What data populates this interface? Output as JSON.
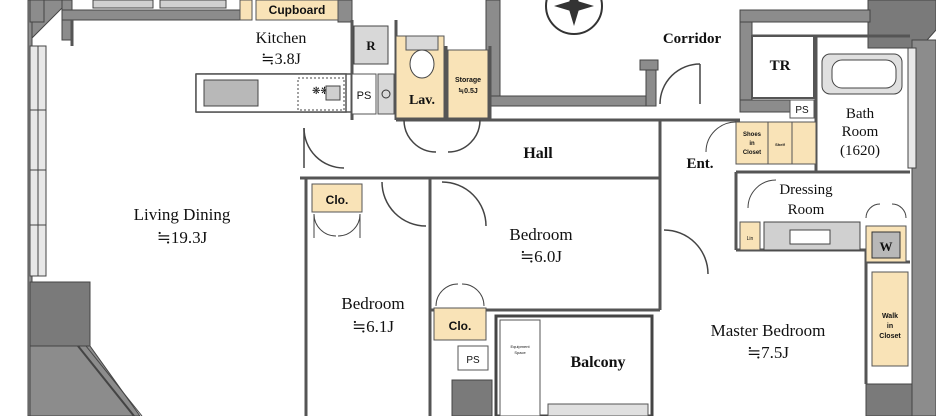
{
  "rooms": {
    "kitchen": {
      "name": "Kitchen",
      "area": "≒3.8J"
    },
    "cupboard": "Cupboard",
    "refrigerator": "R",
    "pipe_space_kitchen": "PS",
    "lavatory": "Lav.",
    "storage": {
      "name": "Storage",
      "area": "≒0.5J"
    },
    "corridor": "Corridor",
    "toilet": "TR",
    "pipe_space_bath": "PS",
    "bath": {
      "line1": "Bath",
      "line2": "Room",
      "size": "(1620)"
    },
    "hall": "Hall",
    "shoes_closet": {
      "line1": "Shoes",
      "line2": "in",
      "line3": "Closet"
    },
    "shelf": "Shelf",
    "entrance": "Ent.",
    "dressing": {
      "line1": "Dressing",
      "line2": "Room"
    },
    "living_dining": {
      "name": "Living Dining",
      "area": "≒19.3J"
    },
    "closet_1": "Clo.",
    "bedroom_1": {
      "name": "Bedroom",
      "area": "≒6.0J"
    },
    "bedroom_2": {
      "name": "Bedroom",
      "area": "≒6.1J"
    },
    "closet_2": "Clo.",
    "pipe_space_bedroom": "PS",
    "equipment_space": {
      "line1": "Equipment",
      "line2": "Space"
    },
    "balcony": "Balcony",
    "washer": "W",
    "walk_in_closet": {
      "line1": "Walk",
      "line2": "in",
      "line3": "Closet"
    },
    "master_bedroom": {
      "name": "Master Bedroom",
      "area": "≒7.5J"
    },
    "linen": "Lin"
  },
  "colors": {
    "wall": "#8c8c8c",
    "wall_dark": "#5a5a5a",
    "storage": "#f9e3b7",
    "fixture": "#d8d8d8",
    "line": "#555555"
  }
}
